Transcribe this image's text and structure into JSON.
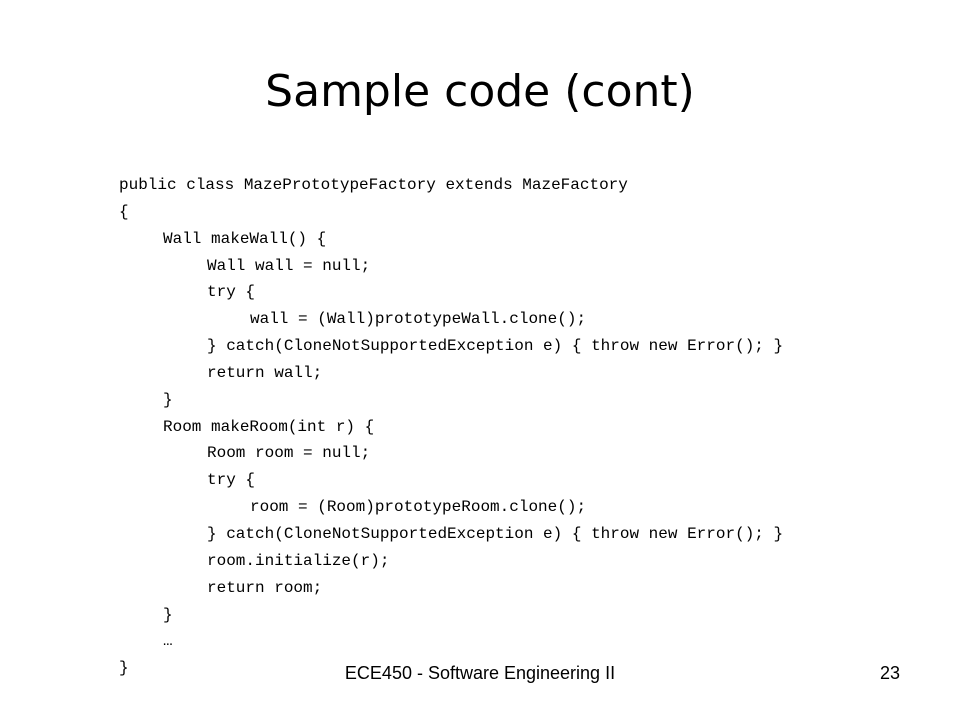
{
  "slide": {
    "title": "Sample code (cont)",
    "code_lines": [
      "public class MazePrototypeFactory extends MazeFactory",
      "{",
      "Wall makeWall() {",
      "Wall wall = null;",
      "try {",
      "wall = (Wall)prototypeWall.clone();",
      "} catch(CloneNotSupportedException e) { throw new Error(); }",
      "return wall;",
      "}",
      "Room makeRoom(int r) {",
      "Room room = null;",
      "try {",
      "room = (Room)prototypeRoom.clone();",
      "} catch(CloneNotSupportedException e) { throw new Error(); }",
      "room.initialize(r);",
      "return room;",
      "}",
      "…",
      "}"
    ]
  },
  "footer": {
    "course": "ECE450 - Software Engineering II",
    "page_number": "23"
  }
}
